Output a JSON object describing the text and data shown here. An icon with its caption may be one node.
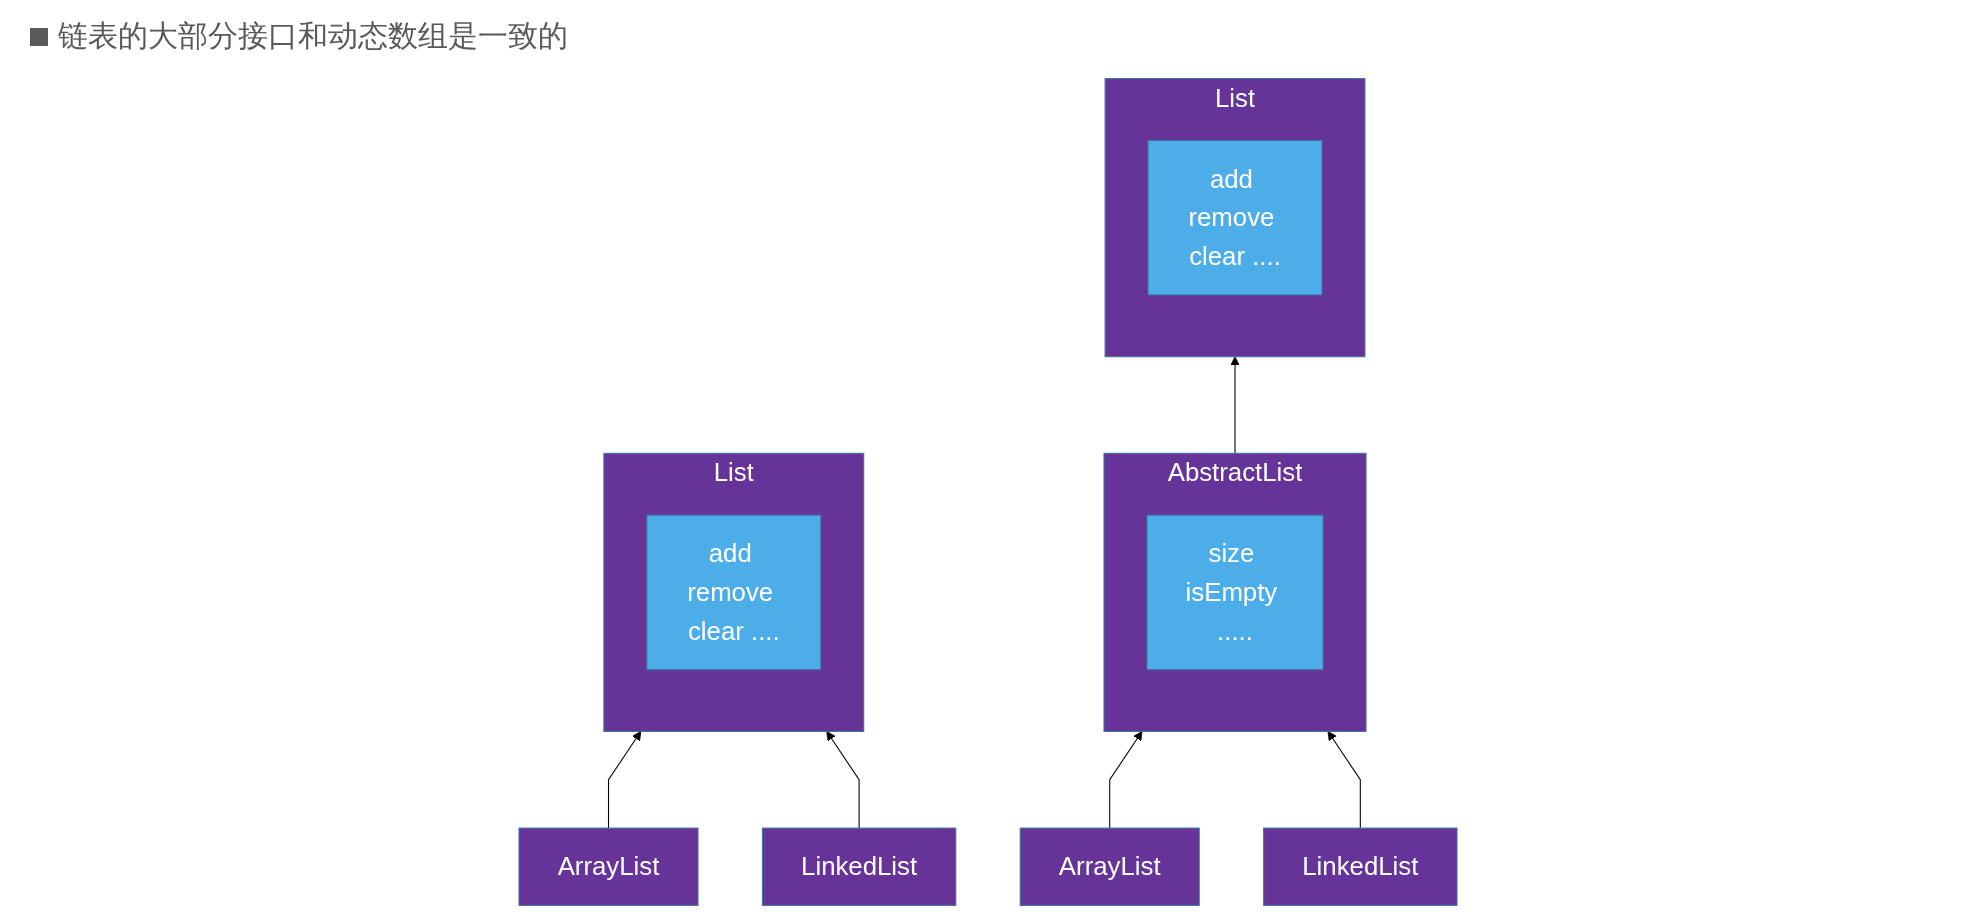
{
  "diagram": {
    "title": "链表的大部分接口和动态数组是一致的",
    "nodes": [
      {
        "text": [
          "List"
        ]
      },
      {
        "text": [
          "add remove clear ...."
        ],
        "in": 0
      },
      {
        "text": [
          "ArrayList"
        ]
      },
      {
        "text": [
          "LinkedList"
        ]
      },
      {
        "text": [
          "List"
        ]
      },
      {
        "text": [
          "add remove clear ...."
        ],
        "in": 4
      },
      {
        "text": [
          "AbstractList"
        ]
      },
      {
        "text": [
          "size isEmpty ....."
        ],
        "in": 6
      },
      {
        "text": [
          "ArrayList"
        ]
      },
      {
        "text": [
          "LinkedList"
        ]
      }
    ],
    "edges": [
      {
        "from": 2,
        "to": 0,
        "arrow": "to"
      },
      {
        "from": 3,
        "to": 0,
        "arrow": "to"
      },
      {
        "from": 6,
        "to": 4,
        "arrow": "to"
      },
      {
        "from": 8,
        "to": 6,
        "arrow": "to"
      },
      {
        "from": 9,
        "to": 6,
        "arrow": "to"
      }
    ]
  }
}
